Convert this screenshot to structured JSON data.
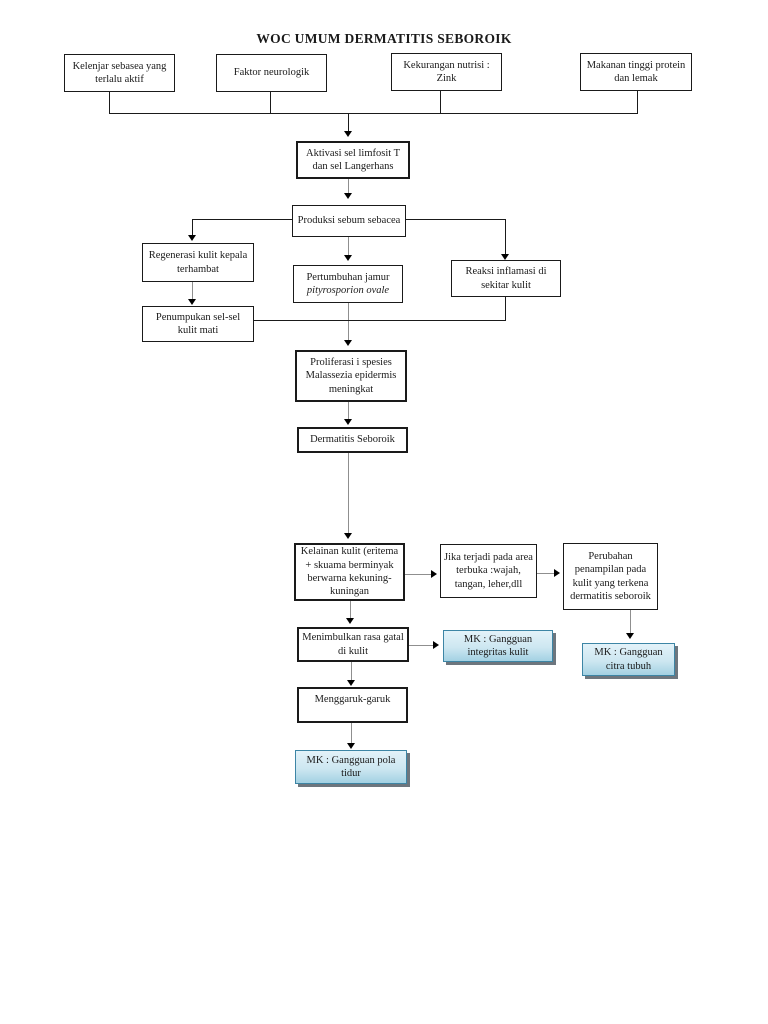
{
  "title": "WOC UMUM DERMATITIS SEBOROIK",
  "nodes": {
    "cause_kelenjar": "Kelenjar sebasea yang terlalu aktif",
    "cause_faktor": "Faktor neurologik",
    "cause_nutrisi": "Kekurangan nutrisi : Zink",
    "cause_makanan": "Makanan tinggi protein dan lemak",
    "aktivasi": "Aktivasi sel limfosit T dan sel Langerhans",
    "produksi": "Produksi sebum sebacea",
    "regenerasi": "Regenerasi kulit kepala terhambat",
    "penumpukan": "Penumpukan sel-sel kulit mati",
    "pertumbuhan": {
      "line1": "Pertumbuhan jamur",
      "line2": "pityrosporion ovale"
    },
    "reaksi": "Reaksi inflamasi di sekitar kulit",
    "proliferasi": "Proliferasi i spesies Malassezia epidermis meningkat",
    "dermatitis": "Dermatitis Seboroik",
    "kelainan": "Kelainan kulit (eritema + skuama berminyak berwarna kekuning-kuningan",
    "jika_terjadi": "Jika terjadi pada area terbuka :wajah, tangan, leher,dll",
    "perubahan": "Perubahan penampilan pada kulit yang terkena dermatitis seboroik",
    "menimbulkan": "Menimbulkan rasa gatal di kulit",
    "mk_integritas": "MK : Gangguan integritas kulit",
    "mk_citra": "MK : Gangguan citra tubuh",
    "menggaruk": "Menggaruk-garuk",
    "mk_pola": "MK : Gangguan pola tidur"
  },
  "colors": {
    "box_border": "#1a1a1a",
    "line": "#1a1a1a",
    "arrow_line": "#8f8f8f",
    "mk_fill_top": "#e3f2f9",
    "mk_fill_bottom": "#a3d1e3",
    "mk_border": "#3d85a5"
  }
}
